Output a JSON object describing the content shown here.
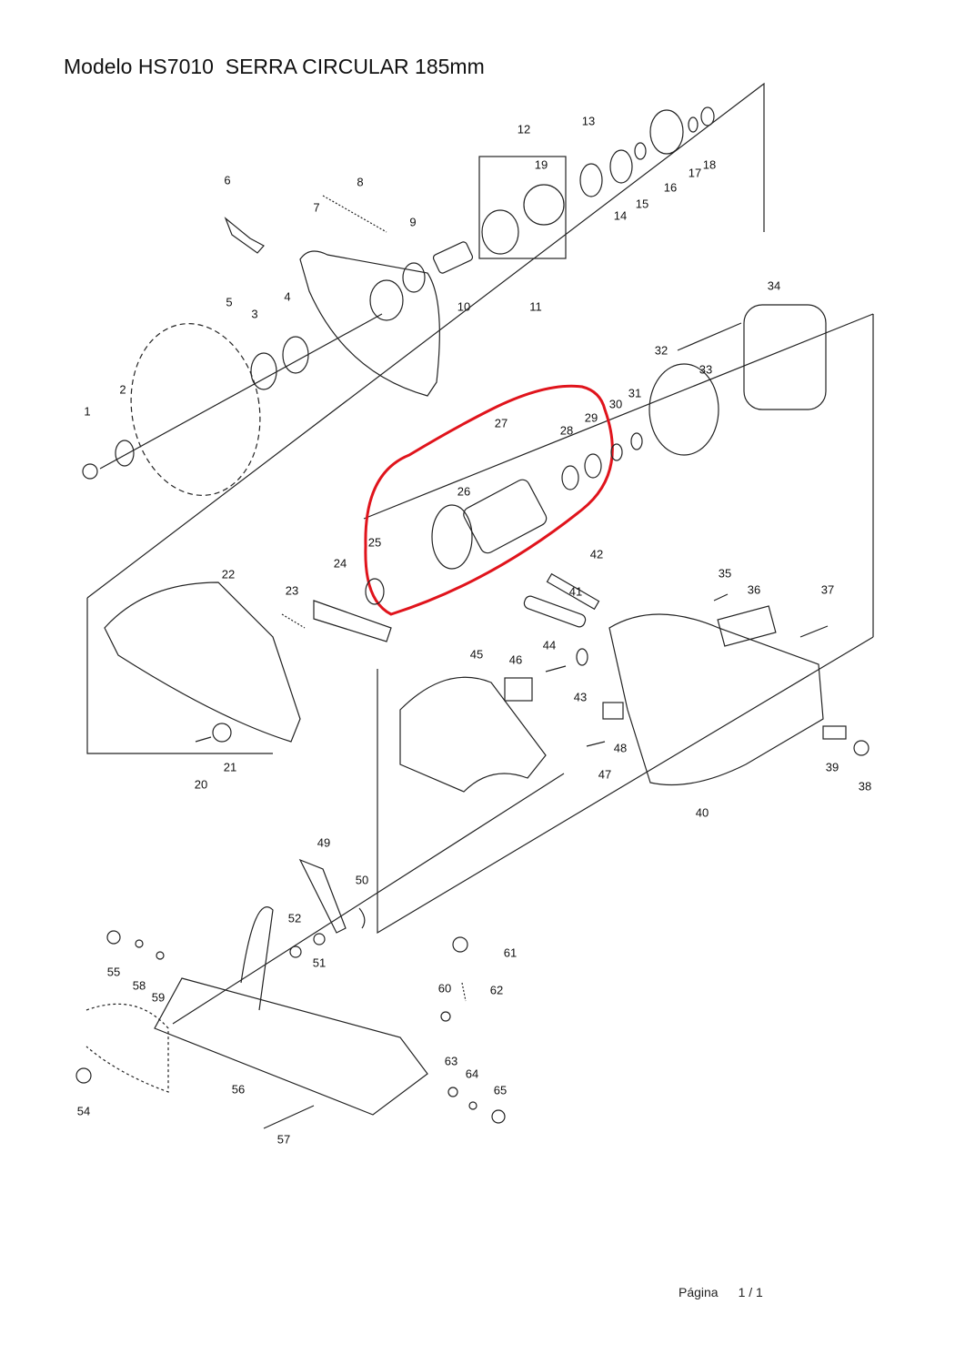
{
  "header": {
    "model": "Modelo HS7010",
    "title": "SERRA CIRCULAR 185mm"
  },
  "footer": {
    "page_label": "Página",
    "page_value": "1 / 1"
  },
  "highlight_color": "#e0141c",
  "parts": [
    "1",
    "2",
    "3",
    "4",
    "5",
    "6",
    "7",
    "8",
    "9",
    "10",
    "11",
    "12",
    "13",
    "14",
    "15",
    "16",
    "17",
    "18",
    "19",
    "20",
    "21",
    "22",
    "23",
    "24",
    "25",
    "26",
    "27",
    "28",
    "29",
    "30",
    "31",
    "32",
    "33",
    "34",
    "35",
    "36",
    "37",
    "38",
    "39",
    "40",
    "41",
    "42",
    "43",
    "44",
    "45",
    "46",
    "47",
    "48",
    "49",
    "50",
    "51",
    "52",
    "54",
    "55",
    "56",
    "57",
    "58",
    "59",
    "60",
    "61",
    "62",
    "63",
    "64",
    "65"
  ]
}
